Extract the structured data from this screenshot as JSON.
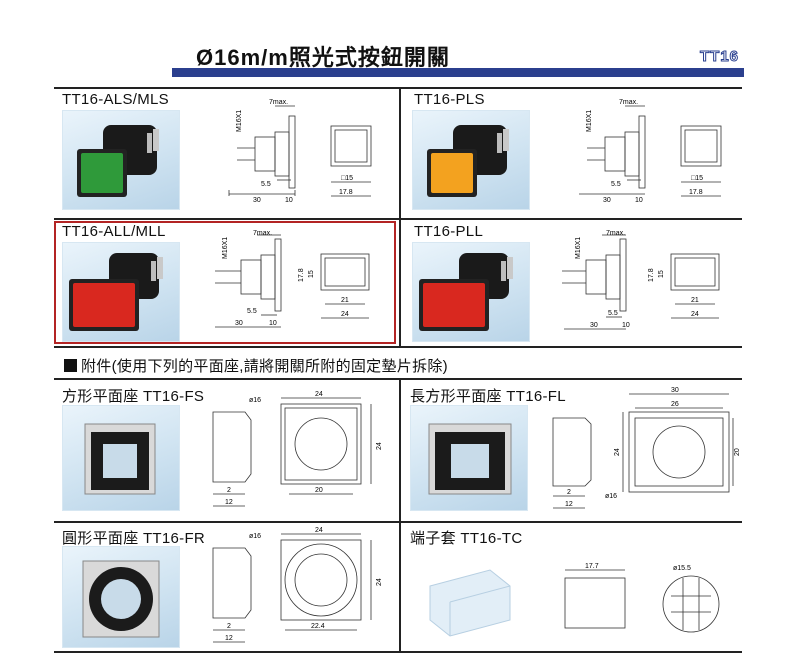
{
  "header": {
    "title": "Ø16m/m照光式按鈕開關",
    "brand": "TT16"
  },
  "products": [
    {
      "model": "TT16-ALS/MLS",
      "color": "#2f9a3a",
      "dims": {
        "m": "M16X1",
        "max": "7max.",
        "a": "5.5",
        "b": "30",
        "c": "10",
        "front": "□15",
        "frontw": "17.8"
      }
    },
    {
      "model": "TT16-PLS",
      "color": "#f3a21f",
      "dims": {
        "m": "M16X1",
        "max": "7max.",
        "a": "5.5",
        "b": "30",
        "c": "10",
        "front": "□15",
        "frontw": "17.8"
      }
    },
    {
      "model": "TT16-ALL/MLL",
      "color": "#d9281f",
      "dims": {
        "m": "M16X1",
        "max": "7max.",
        "a": "5.5",
        "b": "30",
        "c": "10",
        "h1": "17.8",
        "h2": "15",
        "w1": "21",
        "w2": "24"
      }
    },
    {
      "model": "TT16-PLL",
      "color": "#d9281f",
      "dims": {
        "m": "M16X1",
        "max": "7max.",
        "a": "5.5",
        "b": "30",
        "c": "10",
        "h1": "17.8",
        "h2": "15",
        "w1": "21",
        "w2": "24"
      }
    }
  ],
  "accessories": {
    "heading": "附件(使用下列的平面座,請將開關所附的固定墊片拆除)",
    "items": [
      {
        "label": "方形平面座 TT16-FS",
        "dims": {
          "dia": "ø16",
          "w": "24",
          "h": "24",
          "inner": "20",
          "t1": "2",
          "t2": "12"
        }
      },
      {
        "label": "長方形平面座 TT16-FL",
        "dims": {
          "outer": "30",
          "inner": "26",
          "h": "24",
          "h2": "20",
          "dia": "ø16",
          "t1": "2",
          "t2": "12"
        }
      },
      {
        "label": "圓形平面座 TT16-FR",
        "dims": {
          "dia": "ø16",
          "w": "24",
          "h": "24",
          "inner": "22.4",
          "t1": "2",
          "t2": "12"
        }
      },
      {
        "label": "端子套 TT16-TC",
        "dims": {
          "len": "17.7",
          "dia": "ø15.5"
        }
      }
    ]
  }
}
